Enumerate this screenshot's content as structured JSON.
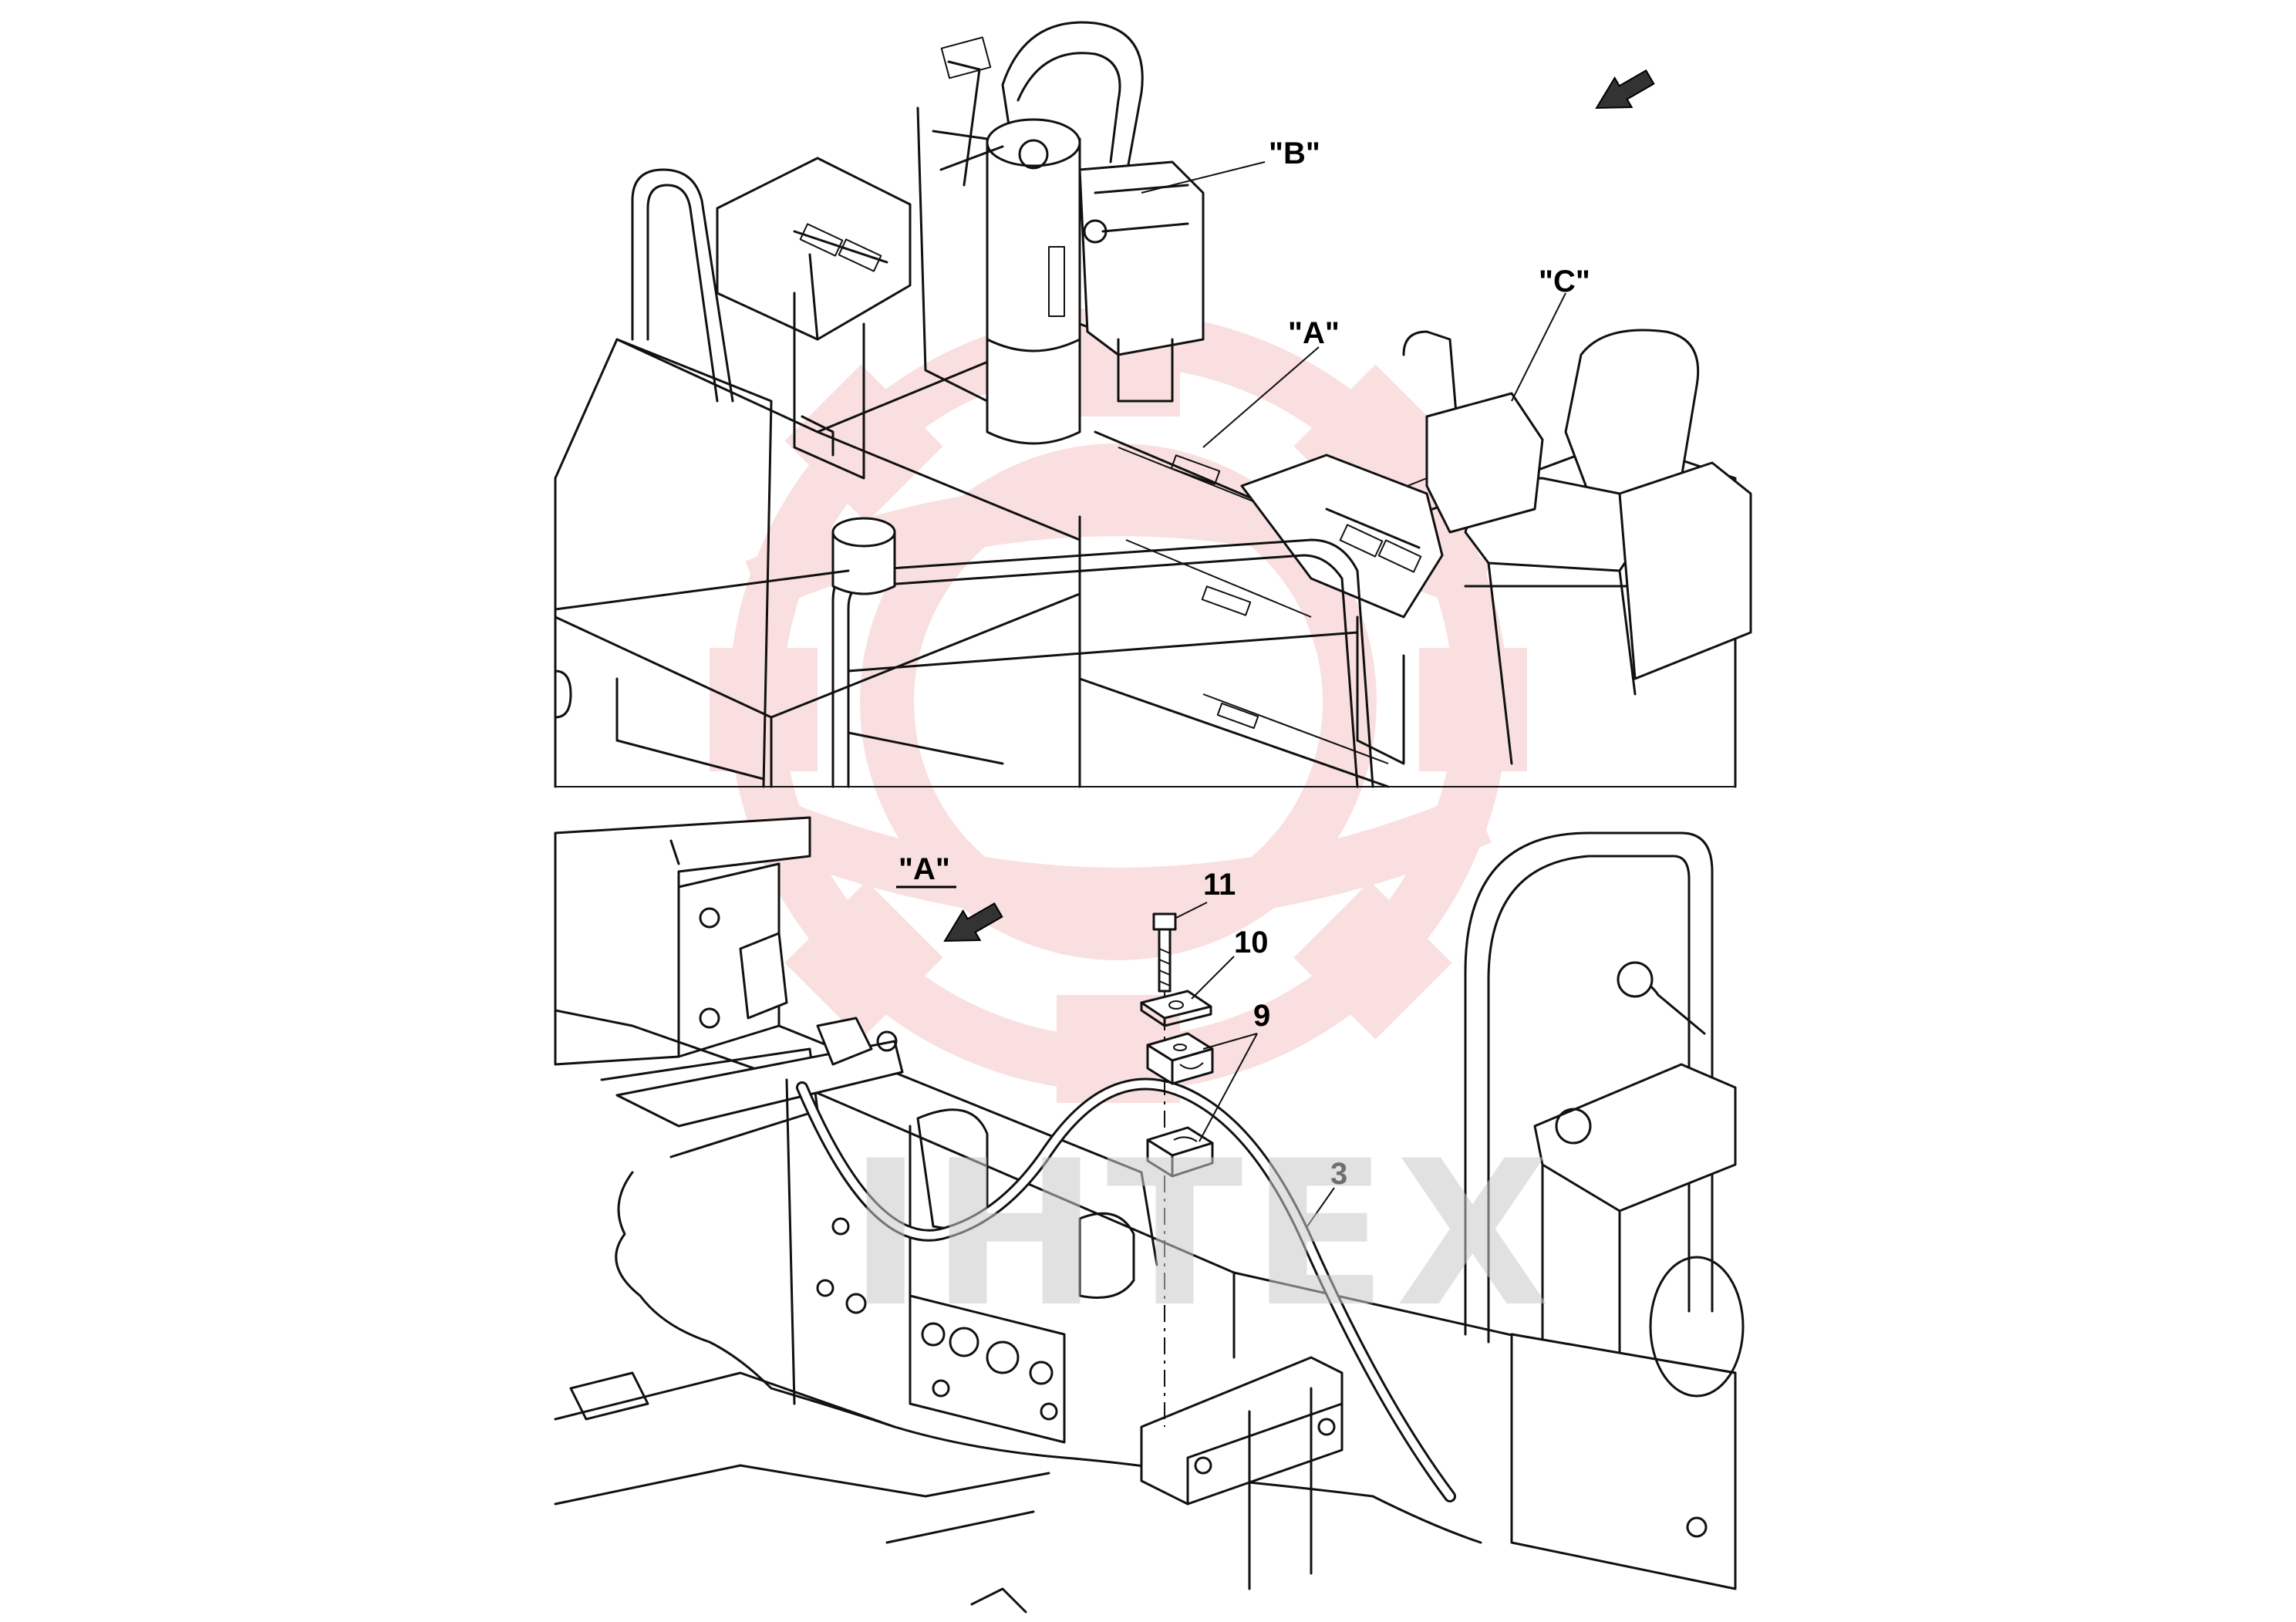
{
  "watermark": {
    "text": "IHTEX",
    "logo_color": "#f3b9b9",
    "text_color": "#c8c8c8"
  },
  "upper_view": {
    "labels": {
      "view_a": "\"A\"",
      "view_b": "\"B\"",
      "view_c": "\"C\""
    },
    "direction_arrow_icon": "arrow-icon"
  },
  "detail_a": {
    "title": "\"A\"",
    "direction_arrow_icon": "arrow-icon",
    "callouts": {
      "bolt": "11",
      "plate": "10",
      "clamp": "9",
      "cable": "3"
    }
  }
}
